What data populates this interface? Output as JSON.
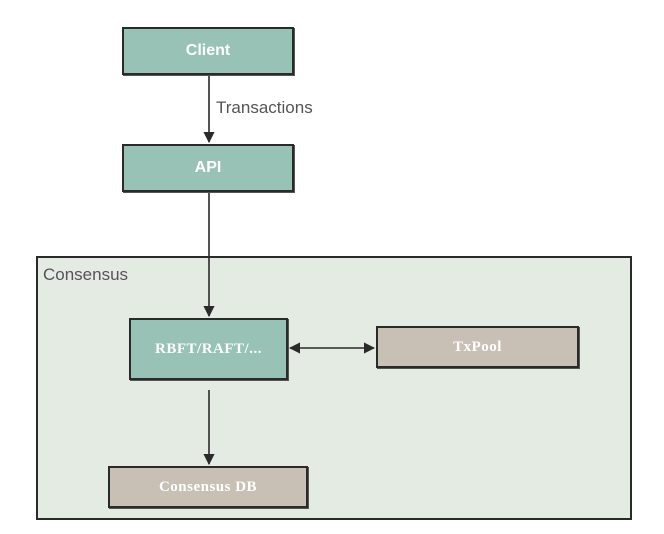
{
  "diagram": {
    "group": {
      "label": "Consensus"
    },
    "nodes": {
      "client": "Client",
      "api": "API",
      "rbft": "RBFT/RAFT/...",
      "txpool": "TxPool",
      "consensus_db": "Consensus DB"
    },
    "edges": {
      "client_to_api": "Transactions"
    },
    "colors": {
      "teal_node": "#99c2b6",
      "tan_node": "#c8bfb5",
      "group_fill": "#e3ebe3",
      "stroke": "#2a2a2a",
      "label_text": "#555555"
    }
  }
}
